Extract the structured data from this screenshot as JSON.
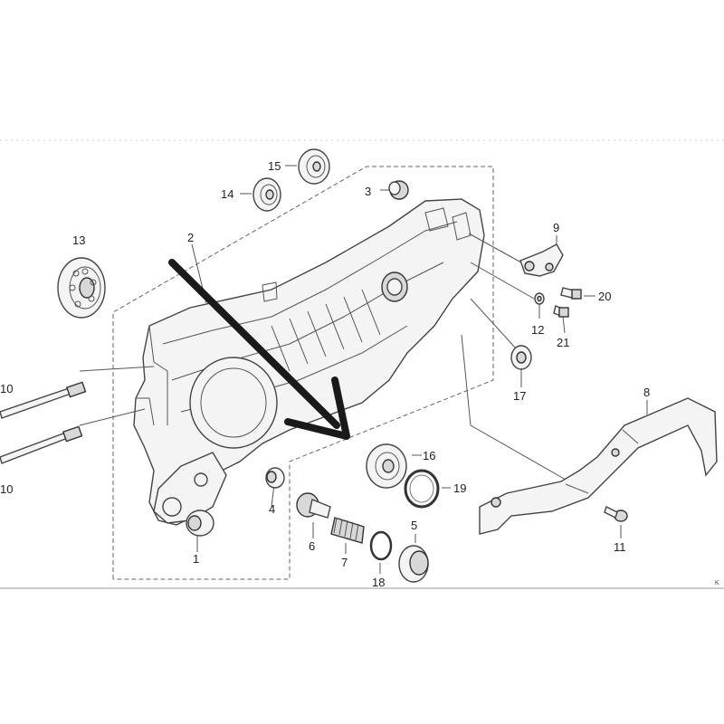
{
  "diagram": {
    "corner_code": "K",
    "callouts": [
      "1",
      "2",
      "3",
      "4",
      "5",
      "6",
      "7",
      "8",
      "9",
      "10",
      "10",
      "11",
      "12",
      "13",
      "14",
      "15",
      "16",
      "17",
      "18",
      "19",
      "20",
      "21"
    ]
  }
}
